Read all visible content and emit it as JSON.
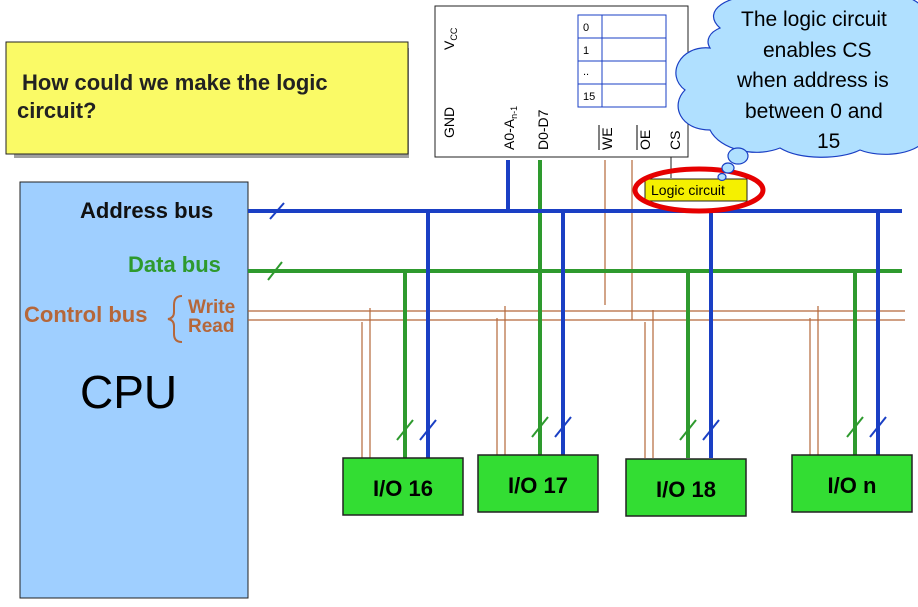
{
  "question": {
    "line1": "How could we make the logic",
    "line2": "circuit?"
  },
  "cpu": {
    "label": "CPU"
  },
  "buses": {
    "address": "Address bus",
    "data": "Data bus",
    "control": "Control bus",
    "write": "Write",
    "read": "Read"
  },
  "memory_chip": {
    "vcc": "V",
    "vcc_sub": "CC",
    "gnd": "GND",
    "addr_pin": "A0-A",
    "addr_pin_sub": "n-1",
    "data_pin": "D0-D7",
    "we_pin": "WE",
    "oe_pin": "OE",
    "cs_pin": "CS",
    "rows": [
      "0",
      "1",
      "..",
      "15"
    ]
  },
  "logic_circuit": {
    "label": "Logic circuit"
  },
  "thought_bubble": {
    "lines": [
      "The logic circuit",
      "enables CS",
      "when address is",
      "between 0 and",
      "15"
    ]
  },
  "io_devices": [
    "I/O 16",
    "I/O 17",
    "I/O 18",
    "I/O n"
  ],
  "colors": {
    "address_bus": "#1a3fc4",
    "data_bus": "#2e9a2e",
    "control_bus": "#b5673a",
    "cpu_fill": "#9fcfff",
    "io_fill": "#33dd33",
    "question_fill": "#fafa66",
    "bubble_fill": "#b0e0ff",
    "highlight_ring": "#e60000",
    "logic_fill": "#f5f000"
  }
}
